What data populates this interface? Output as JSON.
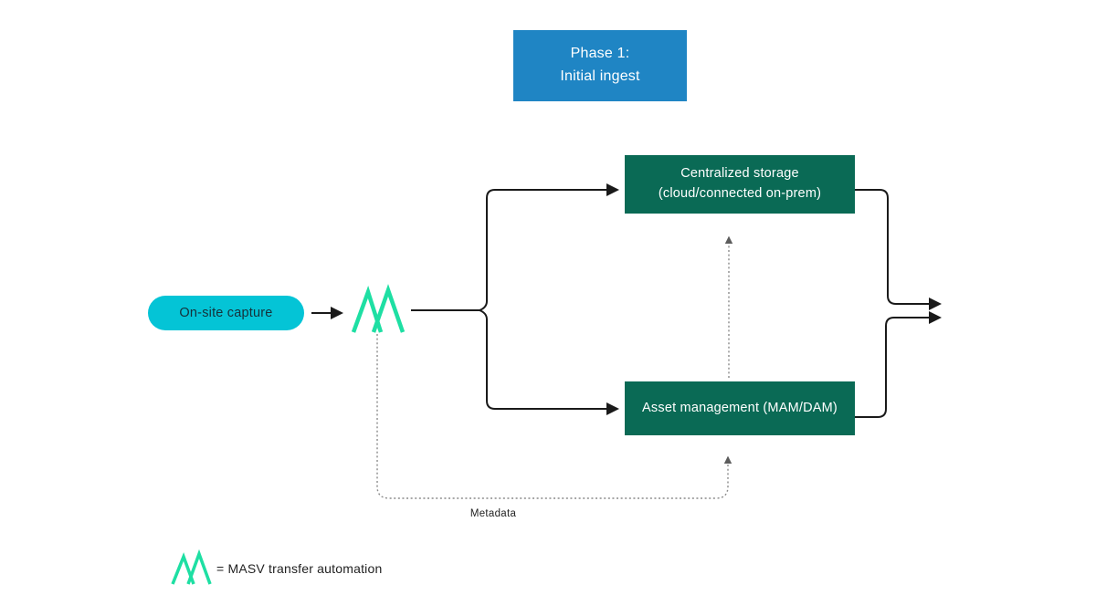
{
  "diagram": {
    "banner": {
      "line1": "Phase 1:",
      "line2": "Initial ingest"
    },
    "nodes": {
      "onsite": {
        "label": "On-site capture"
      },
      "storage": {
        "line1": "Centralized storage",
        "line2": "(cloud/connected on-prem)"
      },
      "asset": {
        "label": "Asset management (MAM/DAM)"
      }
    },
    "edges": {
      "metadata_label": "Metadata"
    },
    "legend": {
      "text": "= MASV transfer automation"
    },
    "icons": {
      "masv": "masv-m-zigzag-logo"
    },
    "colors": {
      "background": "#FFFFFF",
      "banner_bg": "#1F85C4",
      "banner_text": "#FFFFFF",
      "pill_bg": "#04C4D6",
      "pill_text": "#16313A",
      "node_bg": "#0A6A55",
      "node_text": "#FFFFFF",
      "masv_green": "#1EDFA3",
      "solid_line": "#1A1A1A",
      "dotted_line": "#8A8A8A",
      "label_text": "#222222"
    }
  }
}
